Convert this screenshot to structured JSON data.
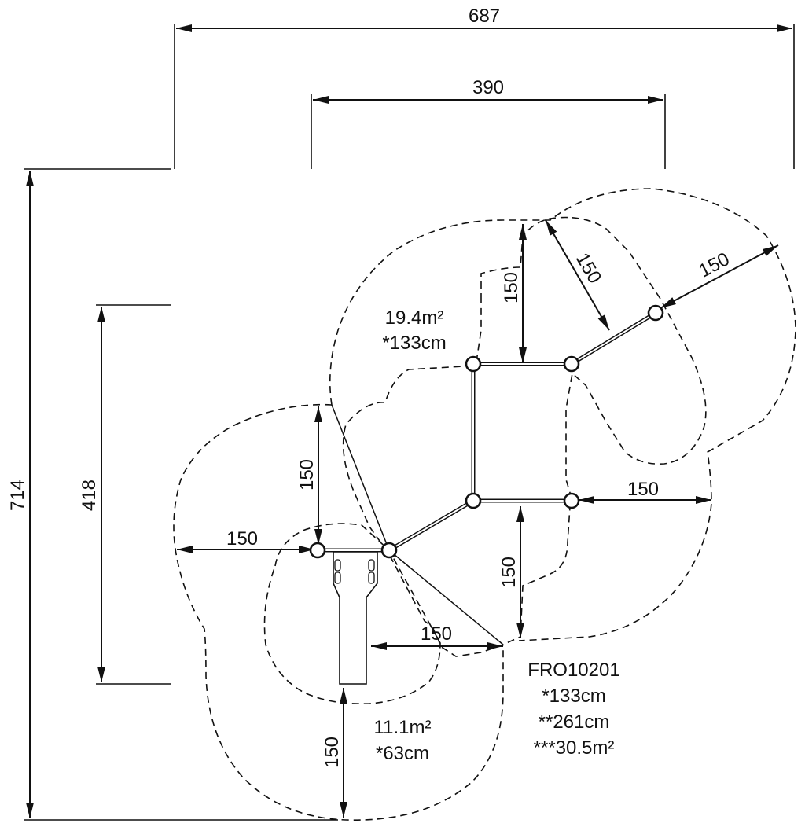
{
  "dimensions": {
    "overall_width": "687",
    "inner_width": "390",
    "overall_height": "714",
    "inner_height": "418",
    "free_space": "150"
  },
  "upper_zone": {
    "area": "19.4m²",
    "fall_height": "*133cm"
  },
  "lower_zone": {
    "area": "11.1m²",
    "fall_height": "*63cm"
  },
  "product": {
    "code": "FRO10201",
    "fall_height": "*133cm",
    "total_height": "**261cm",
    "total_area": "***30.5m²"
  },
  "colors": {
    "ink": "#111111",
    "paper": "#ffffff"
  }
}
